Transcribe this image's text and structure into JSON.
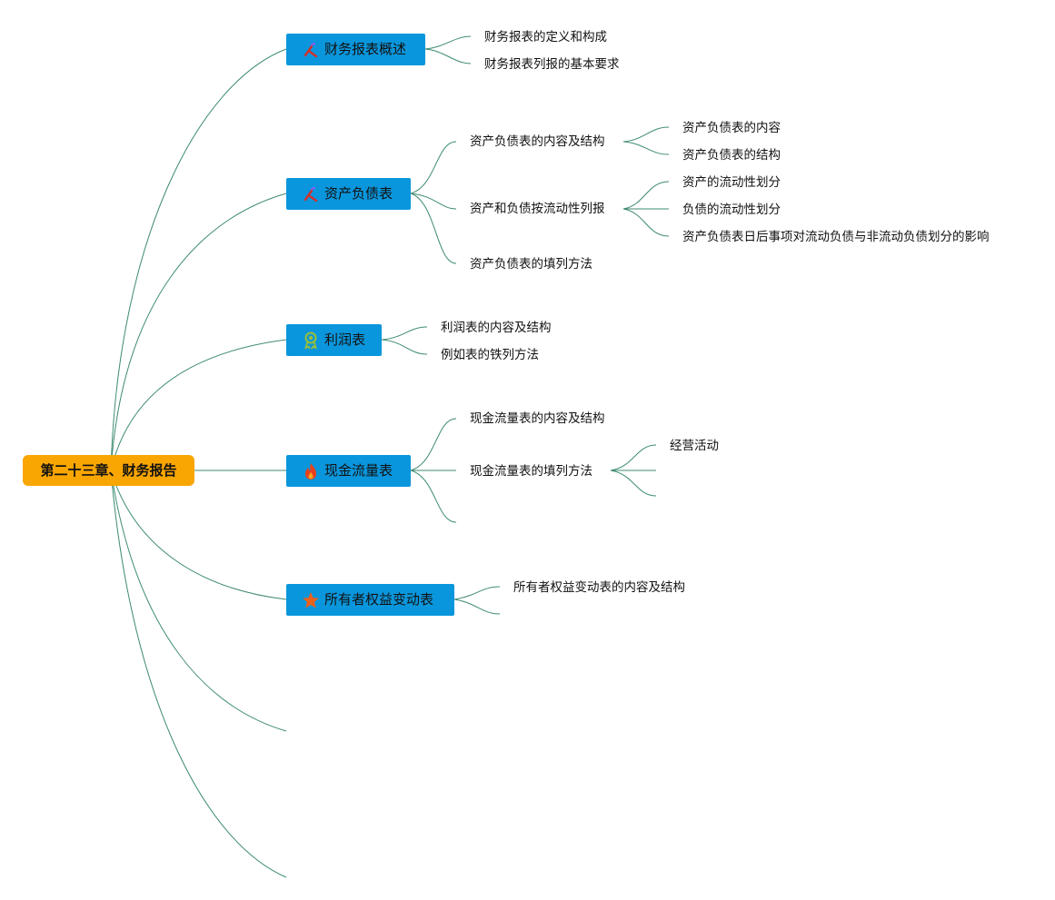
{
  "root": {
    "label": "第二十三章、财务报告"
  },
  "topics": [
    {
      "label": "财务报表概述",
      "icon": "tools-icon",
      "children": [
        {
          "label": "财务报表的定义和构成"
        },
        {
          "label": "财务报表列报的基本要求"
        }
      ]
    },
    {
      "label": "资产负债表",
      "icon": "tools-icon",
      "children": [
        {
          "label": "资产负债表的内容及结构",
          "children": [
            {
              "label": "资产负债表的内容"
            },
            {
              "label": "资产负债表的结构"
            }
          ]
        },
        {
          "label": "资产和负债按流动性列报",
          "children": [
            {
              "label": "资产的流动性划分"
            },
            {
              "label": "负债的流动性划分"
            },
            {
              "label": "资产负债表日后事项对流动负债与非流动负债划分的影响"
            }
          ]
        },
        {
          "label": "资产负债表的填列方法"
        }
      ]
    },
    {
      "label": "利润表",
      "icon": "award-ribbon-icon",
      "children": [
        {
          "label": "利润表的内容及结构"
        },
        {
          "label": "例如表的铁列方法"
        }
      ]
    },
    {
      "label": "现金流量表",
      "icon": "fire-icon",
      "children": [
        {
          "label": "现金流量表的内容及结构"
        },
        {
          "label": "现金流量表的填列方法",
          "children": [
            {
              "label": "经营活动"
            },
            {
              "label": ""
            },
            {
              "label": ""
            }
          ]
        },
        {
          "label": ""
        }
      ]
    },
    {
      "label": "所有者权益变动表",
      "icon": "star-icon",
      "children": [
        {
          "label": "所有者权益变动表的内容及结构"
        },
        {
          "label": ""
        }
      ]
    }
  ],
  "colors": {
    "root_fill": "#f9a602",
    "topic_fill": "#0a96dc",
    "connector": "#3d8a72"
  }
}
